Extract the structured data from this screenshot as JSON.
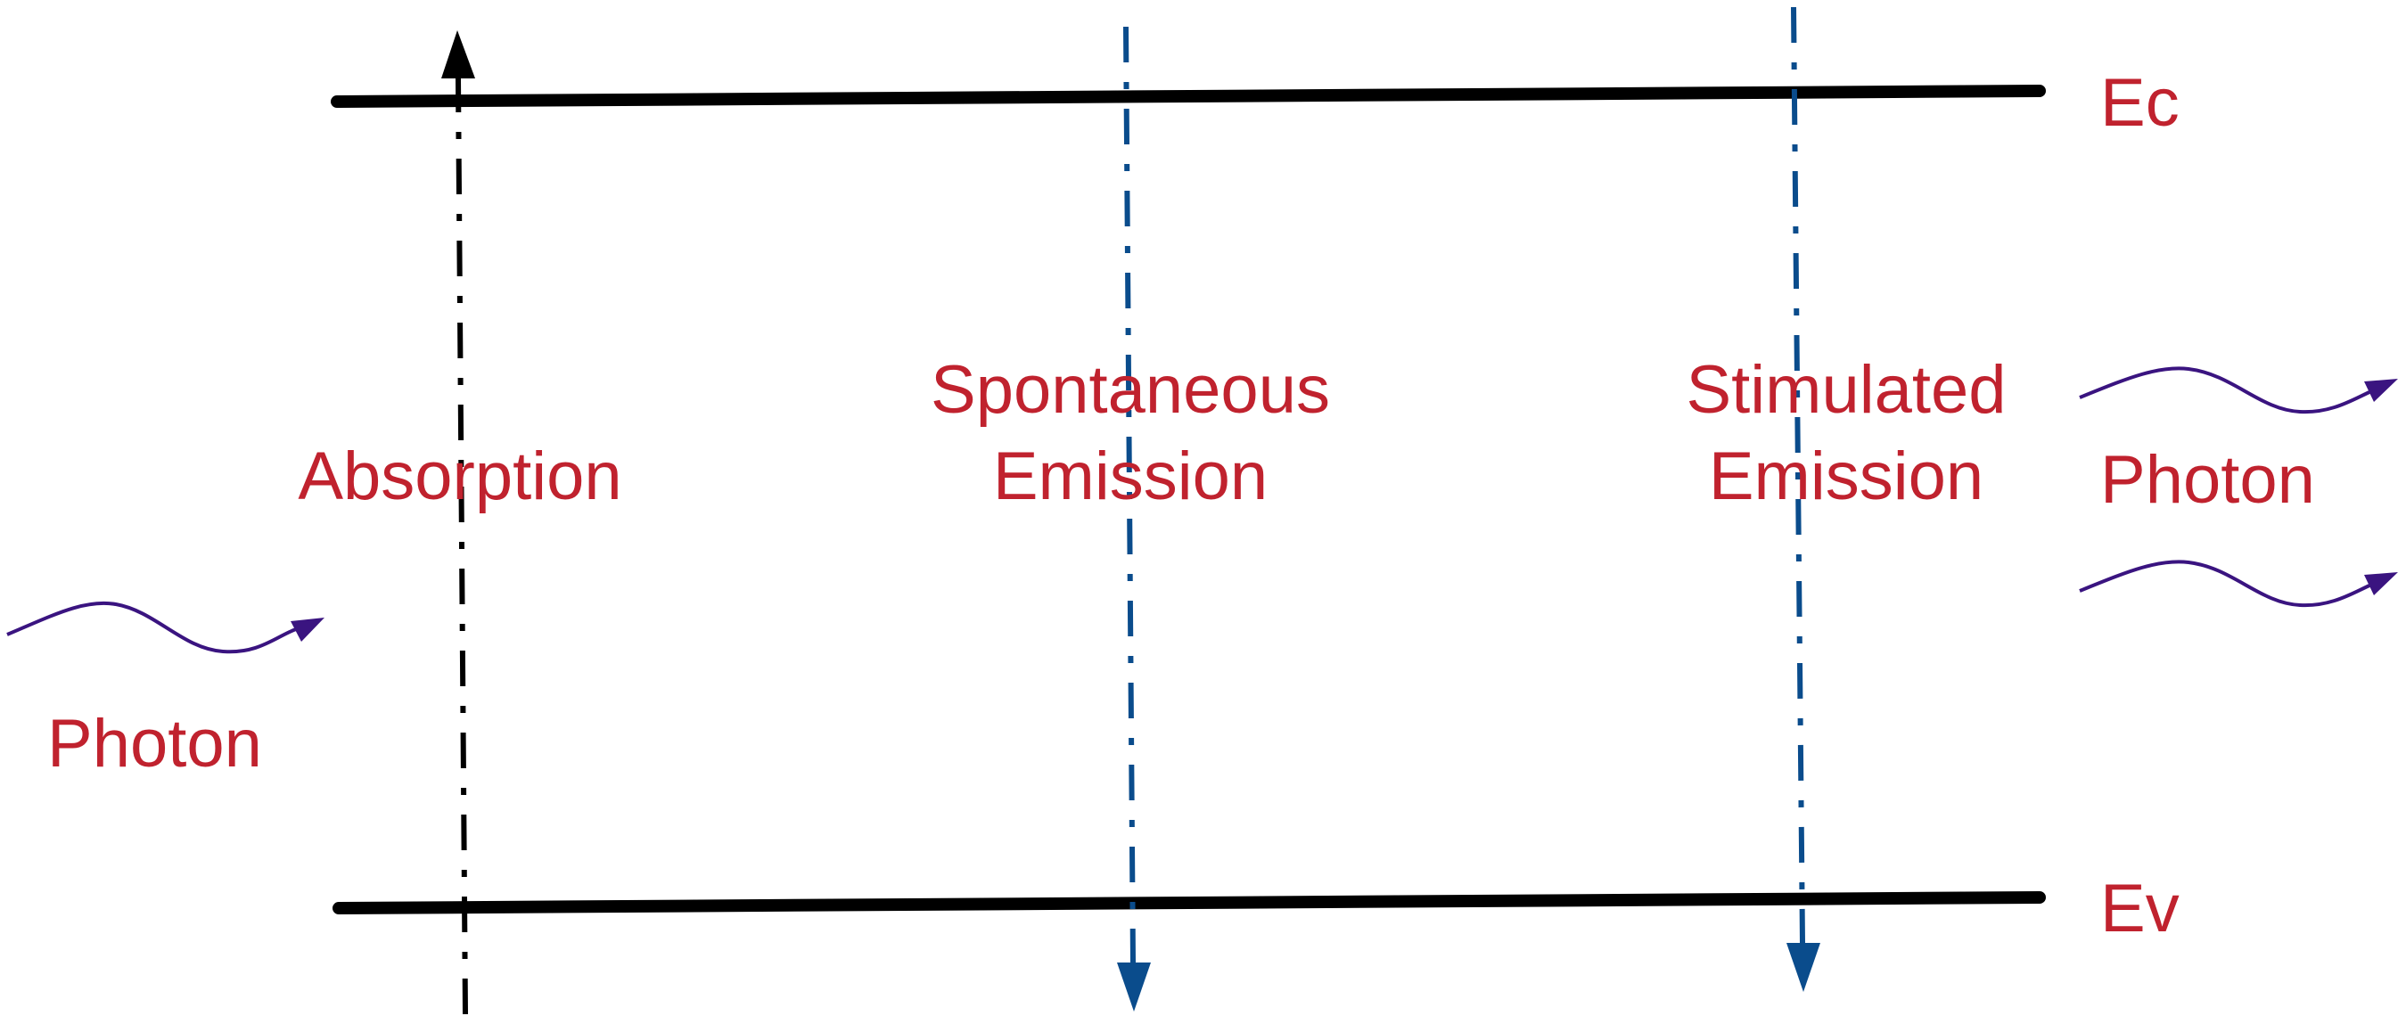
{
  "colors": {
    "band": "#000000",
    "absorption_arrow": "#000000",
    "emission_arrow": "#0a4c8c",
    "photon": "#3a1480",
    "text": "#c0222e"
  },
  "energy_levels": {
    "conduction": "Ec",
    "valence": "Ev"
  },
  "processes": {
    "absorption": "Absorption",
    "spontaneous_line1": "Spontaneous",
    "spontaneous_line2": "Emission",
    "stimulated_line1": "Stimulated",
    "stimulated_line2": "Emission"
  },
  "photons": {
    "incoming_label": "Photon",
    "outgoing_label": "Photon"
  }
}
